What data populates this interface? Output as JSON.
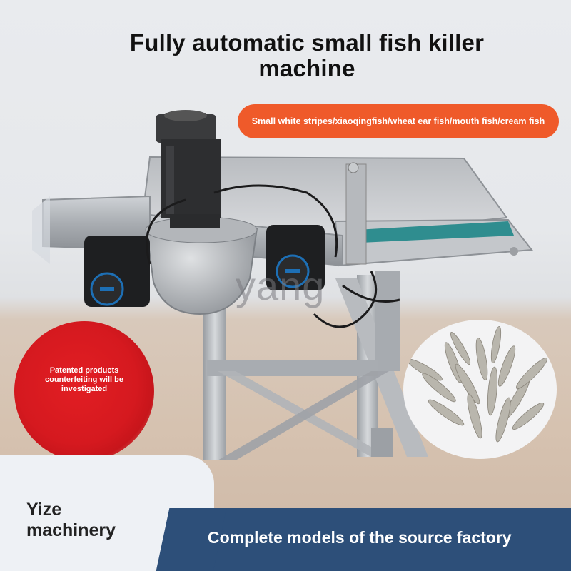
{
  "headline": {
    "line1": "Fully automatic small fish killer",
    "line2": "machine"
  },
  "fish_types_label": "Small white stripes/xiaoqingfish/wheat ear fish/mouth fish/cream fish",
  "badge_text": "Patented products counterfeiting will be investigated",
  "watermark": "yang",
  "brand": {
    "line1": "Yize",
    "line2": "machinery"
  },
  "footer_text": "Complete models of the source factory",
  "colors": {
    "pill": "#ef5a2a",
    "badge_red": "#d5191f",
    "footer_bar": "#2d4f79"
  }
}
